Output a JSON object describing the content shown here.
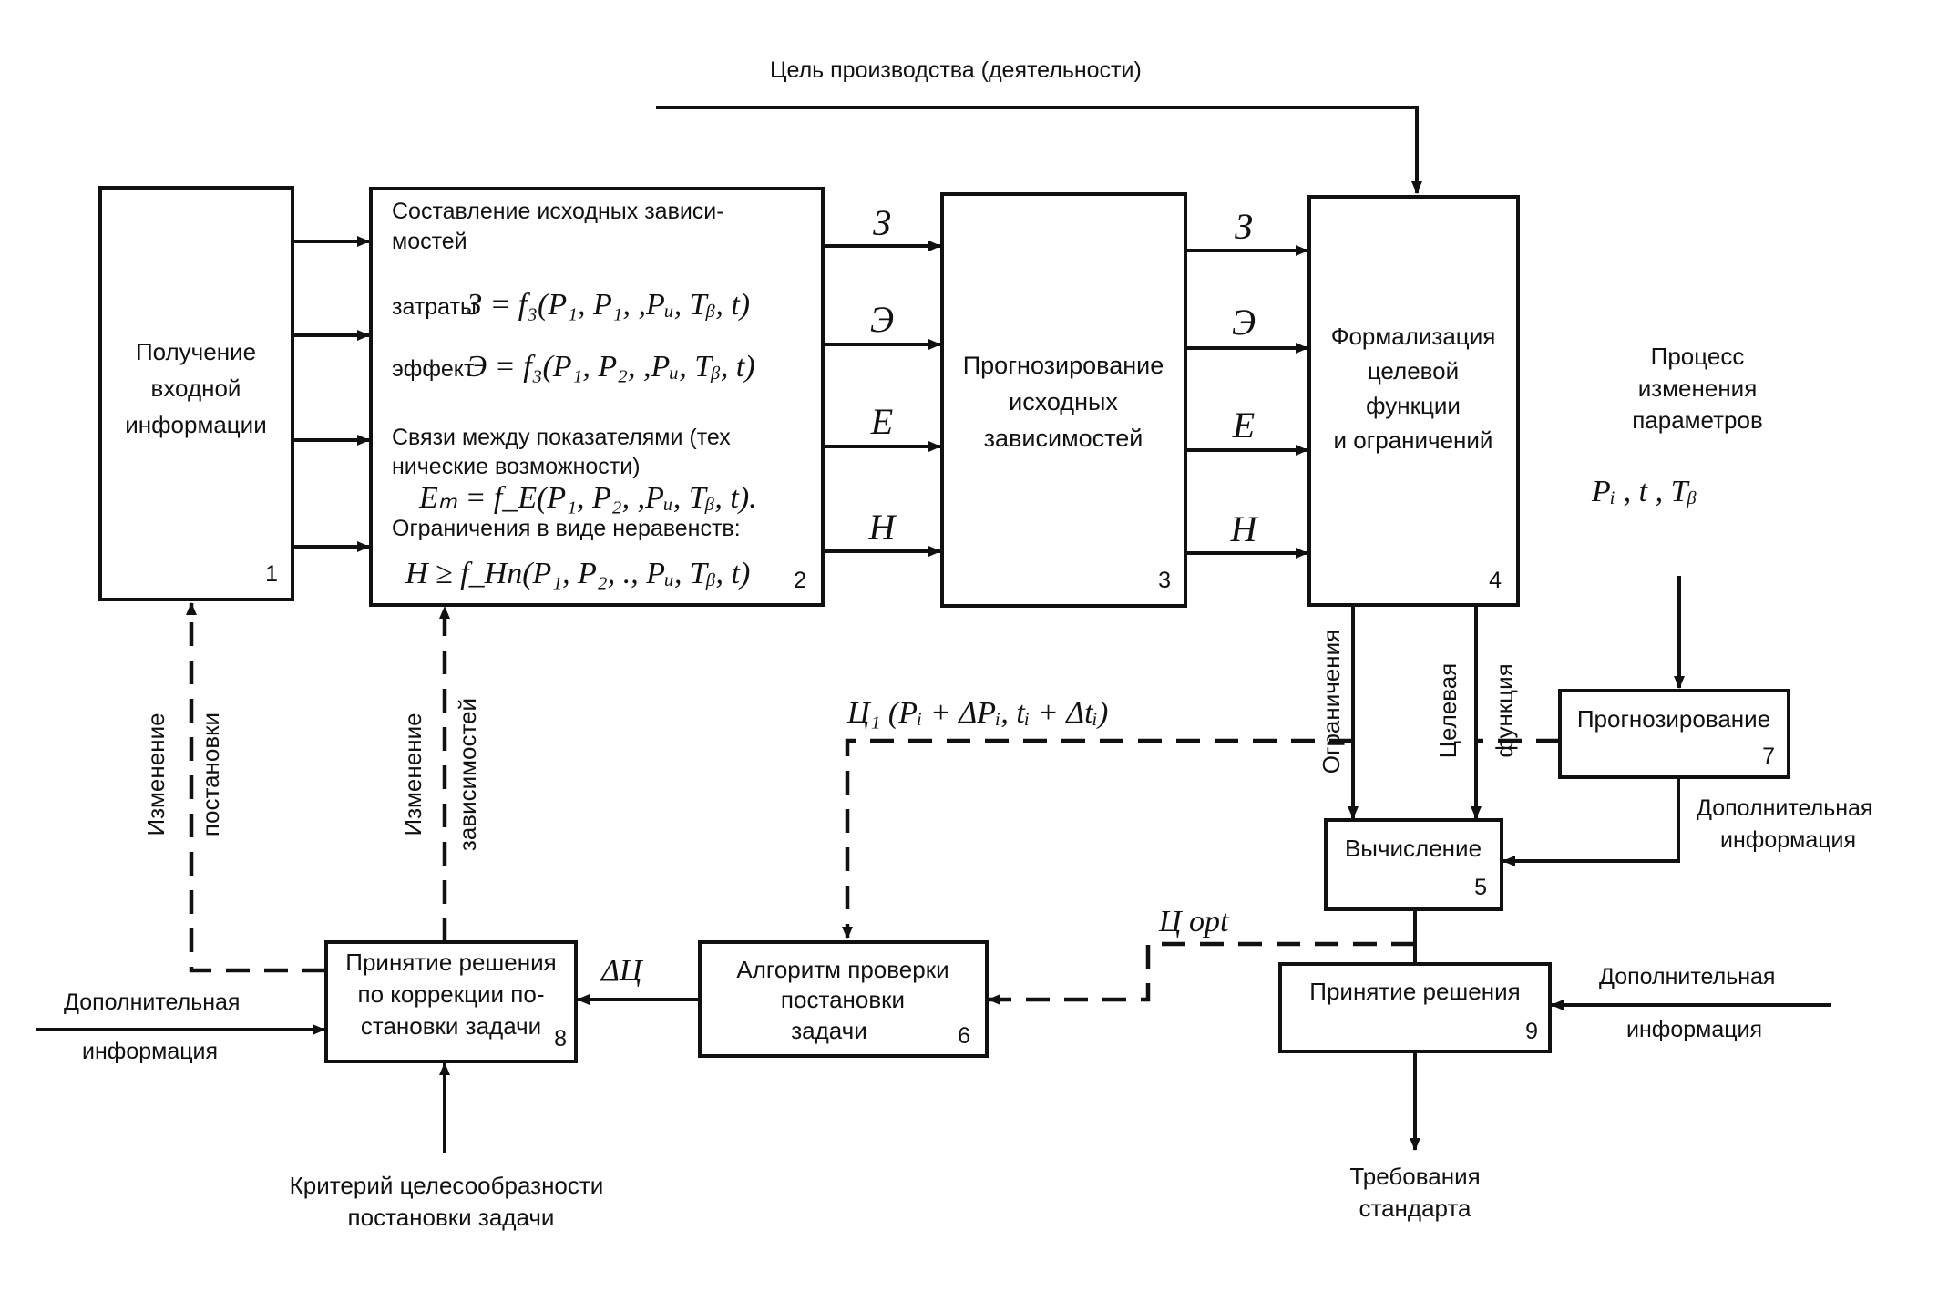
{
  "top_goal": "Цель производства  (деятельности)",
  "blocks": {
    "b1": {
      "lines": [
        "Получение",
        "входной",
        "информации"
      ],
      "number": "1"
    },
    "b2": {
      "line1": "Составление   исходных   зависи-",
      "line2": "мостей",
      "costs_label": "затраты",
      "costs_formula": "З = f₃(P₁, P₁,    ,Pᵤ, Tᵦ, t)",
      "effect_label": "эффект",
      "effect_formula": "Э = f₃(P₁, P₂,    ,Pᵤ, Tᵦ, t)",
      "links_line1": "Связи между показателями (тех",
      "links_line2": "нические возможности)",
      "links_formula": "Eₘ = f_E(P₁, P₂,    ,Pᵤ, Tᵦ, t).",
      "constraints_line": "Ограничения в виде неравенств:",
      "constraints_formula": "H ≥ f_Hn(P₁, P₂,  ., Pᵤ, Tᵦ, t)",
      "number": "2"
    },
    "b3": {
      "lines": [
        "Прогнозирование",
        "исходных",
        "зависимостей"
      ],
      "number": "3"
    },
    "b4": {
      "lines": [
        "Формализация",
        "целевой",
        "функции",
        "и ограничений"
      ],
      "number": "4"
    },
    "b5": {
      "label": "Вычисление",
      "number": "5"
    },
    "b6": {
      "lines": [
        "Алгоритм проверки",
        "постановки",
        "задачи"
      ],
      "number": "6"
    },
    "b7": {
      "label": "Прогнозирование",
      "number": "7"
    },
    "b8": {
      "lines": [
        "Принятие решения",
        "по коррекции  по-",
        "становки задачи"
      ],
      "number": "8"
    },
    "b9": {
      "label": "Принятие решения",
      "number": "9"
    }
  },
  "arrows": {
    "a2_3": [
      "З",
      "Э",
      "E",
      "H"
    ],
    "a3_4": [
      "З",
      "Э",
      "E",
      "H"
    ],
    "restrictions": "Ограничения",
    "target_function_1": "Целевая",
    "target_function_2": "функция",
    "c1": "Ц₁ (Pᵢ + ΔPᵢ, tᵢ + Δtᵢ)",
    "c_opt": "Ц opt",
    "delta_c": "ΔЦ",
    "change_setting_1": "Изменение",
    "change_setting_2": "постановки",
    "change_deps_1": "Изменение",
    "change_deps_2": "зависимостей"
  },
  "process": {
    "lines": [
      "Процесс",
      "изменения",
      "параметров"
    ],
    "params": "Pᵢ ,  t ,  Tᵦ"
  },
  "extra_info_7_1": "Дополнительная",
  "extra_info_7_2": "информация",
  "extra_info_9_1": "Дополнительная",
  "extra_info_9_2": "информация",
  "extra_info_8_1": "Дополнительная",
  "extra_info_8_2": "информация",
  "criterion_1": "Критерий целесообразности",
  "criterion_2": "постановки задачи",
  "standard_1": "Требования",
  "standard_2": "стандарта"
}
